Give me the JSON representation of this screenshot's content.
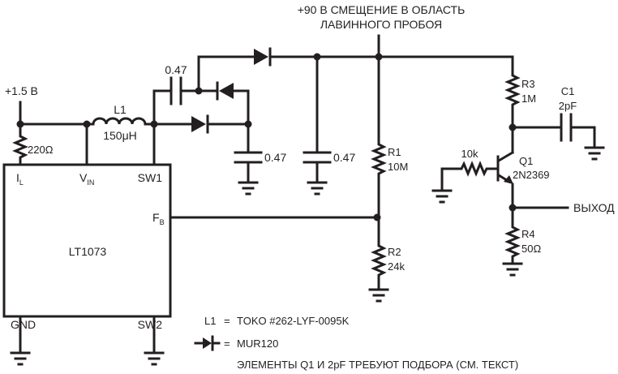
{
  "title": {
    "line1": "+90 В СМЕЩЕНИЕ В ОБЛАСТЬ",
    "line2": "ЛАВИННОГО ПРОБОЯ"
  },
  "supply": {
    "label": "+1.5 В"
  },
  "components": {
    "r_il": {
      "value": "220Ω"
    },
    "l1": {
      "ref": "L1",
      "value": "150μH"
    },
    "c_pump": {
      "value": "0.47"
    },
    "c_mid": {
      "value": "0.47"
    },
    "c_out": {
      "value": "0.47"
    },
    "r1": {
      "ref": "R1",
      "value": "10M"
    },
    "r2": {
      "ref": "R2",
      "value": "24k"
    },
    "r3": {
      "ref": "R3",
      "value": "1M"
    },
    "c1": {
      "ref": "C1",
      "value": "2pF"
    },
    "r_base": {
      "value": "10k"
    },
    "q1": {
      "ref": "Q1",
      "value": "2N2369"
    },
    "r4": {
      "ref": "R4",
      "value": "50Ω"
    }
  },
  "ic": {
    "name": "LT1073",
    "pins": {
      "il": "I",
      "il_sub": "L",
      "vin": "V",
      "vin_sub": "IN",
      "sw1": "SW1",
      "fb": "F",
      "fb_sub": "B",
      "gnd": "GND",
      "sw2": "SW2"
    }
  },
  "output": {
    "label": "ВЫХОД"
  },
  "notes": {
    "l1_ref": "L1",
    "l1_eq": "=",
    "l1_part": "TOKO #262-LYF-0095K",
    "diode_eq": "=",
    "diode_part": "MUR120",
    "selection": "ЭЛЕМЕНТЫ Q1 И 2pF ТРЕБУЮТ ПОДБОРА (СМ. ТЕКСТ)"
  }
}
